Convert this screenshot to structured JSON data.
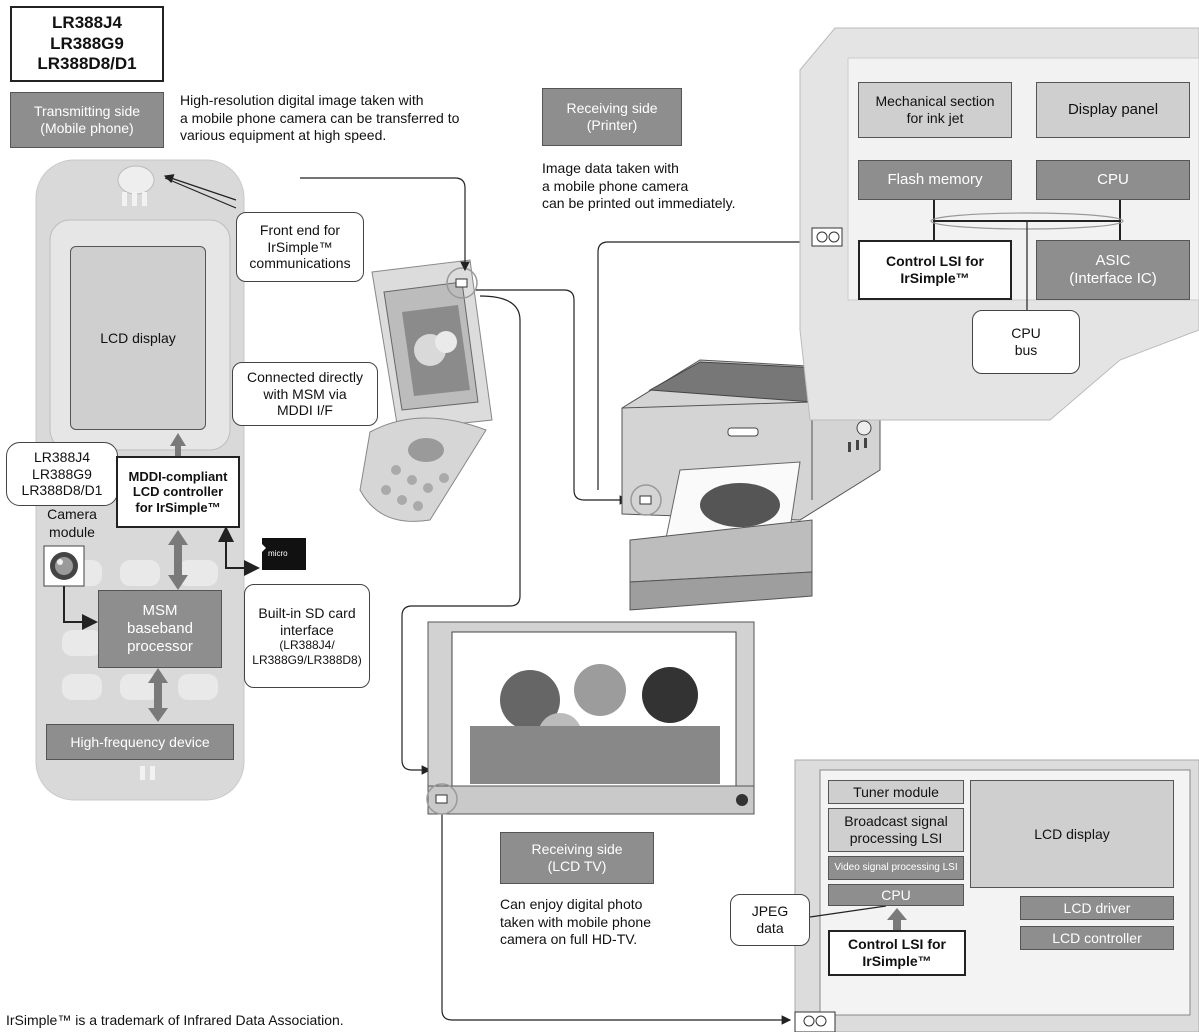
{
  "models_box": "LR388J4\nLR388G9\nLR388D8/D1",
  "tx_label": "Transmitting side\n(Mobile phone)",
  "tx_desc": "High-resolution digital image taken with\na mobile phone camera can be transferred to\nvarious equipment at high speed.",
  "rx_printer_label": "Receiving side\n(Printer)",
  "rx_printer_desc": "Image data taken with\na mobile phone camera\ncan be printed out immediately.",
  "rx_tv_label": "Receiving side\n(LCD TV)",
  "rx_tv_desc": "Can enjoy digital photo\ntaken with mobile phone\ncamera on full HD-TV.",
  "phone": {
    "front_end": "Front end for\nIrSimple™\ncommunications",
    "lcd_display": "LCD display",
    "connected_note": "Connected directly\nwith MSM via\nMDDI I/F",
    "models": "LR388J4\nLR388G9\nLR388D8/D1",
    "mddi_controller": "MDDI-compliant\nLCD controller\nfor IrSimple™",
    "camera_module": "Camera\nmodule",
    "msm": "MSM\nbaseband\nprocessor",
    "hf_device": "High-frequency device",
    "sd_card": "Built-in SD card\ninterface",
    "sd_card_models": "(LR388J4/\nLR388G9/LR388D8)"
  },
  "printer": {
    "mechanical": "Mechanical section\nfor ink jet",
    "display_panel": "Display panel",
    "flash": "Flash memory",
    "cpu": "CPU",
    "control_lsi": "Control LSI for\nIrSimple™",
    "asic": "ASIC\n(Interface IC)",
    "cpu_bus": "CPU\nbus"
  },
  "tv": {
    "tuner": "Tuner module",
    "broadcast": "Broadcast signal\nprocessing LSI",
    "video": "Video signal processing LSI",
    "cpu": "CPU",
    "lcd_display": "LCD display",
    "lcd_driver": "LCD driver",
    "lcd_controller": "LCD controller",
    "jpeg": "JPEG\ndata",
    "control_lsi": "Control LSI for\nIrSimple™"
  },
  "trademark": "IrSimple™ is a trademark of Infrared Data Association."
}
